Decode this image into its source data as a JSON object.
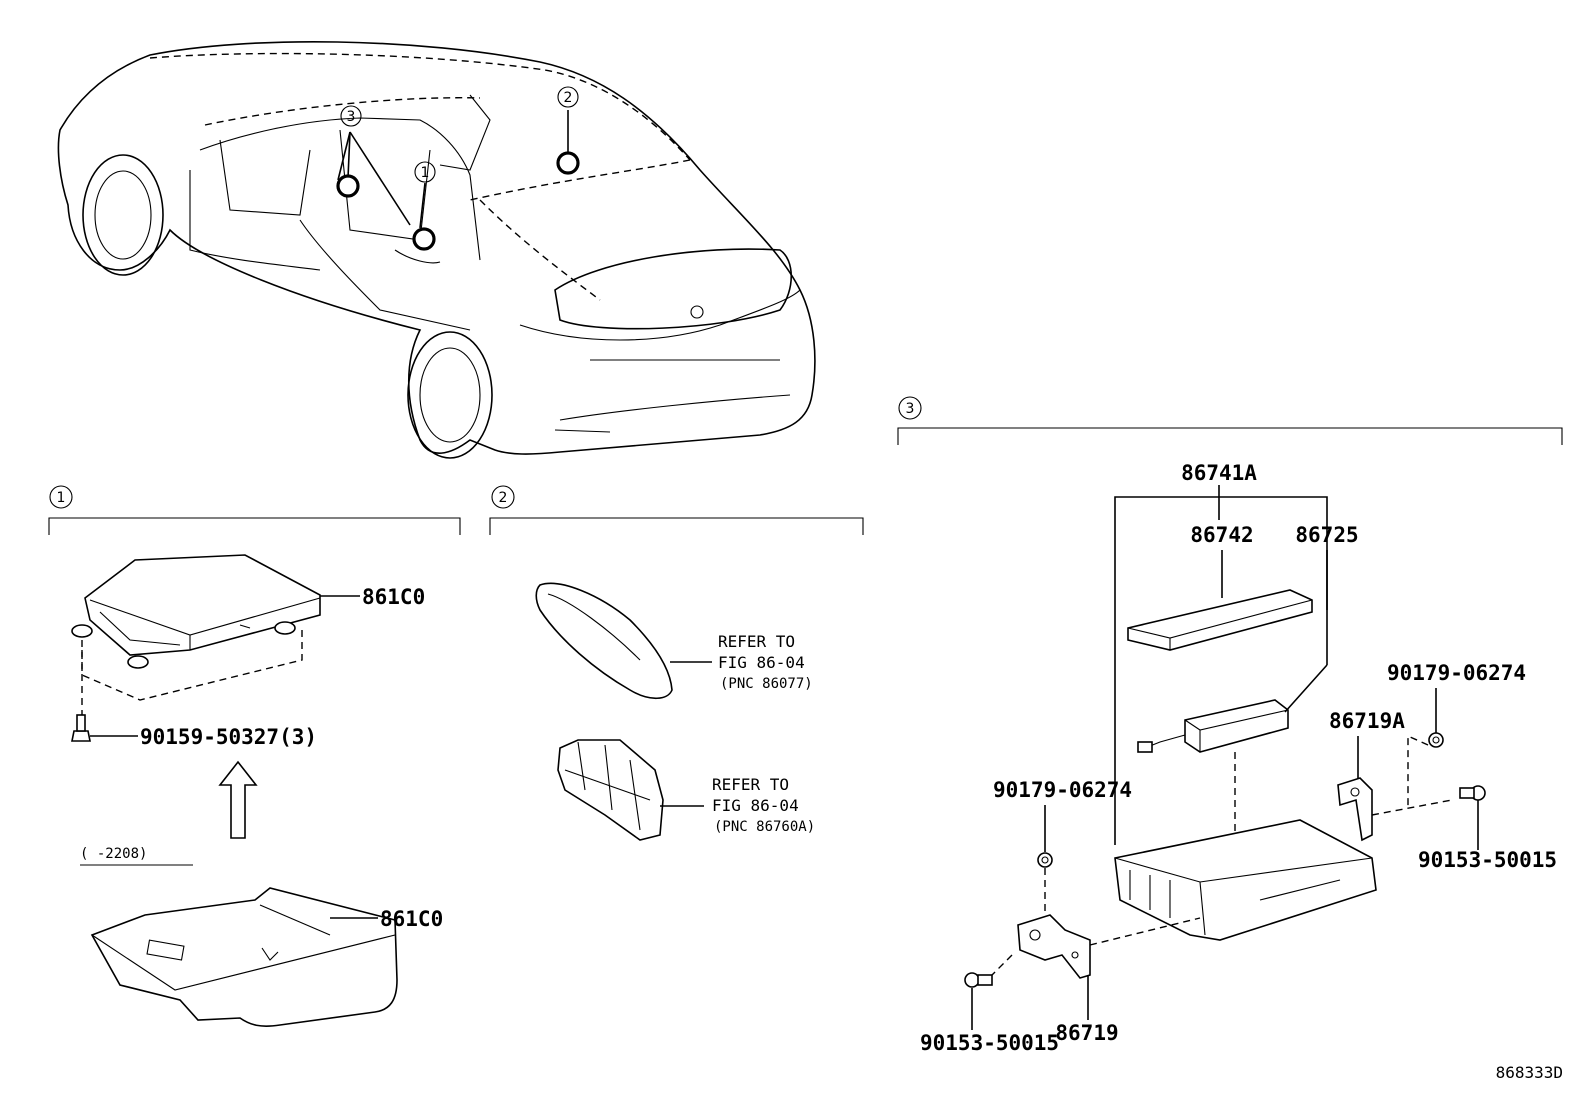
{
  "diagram": {
    "callouts": {
      "one": "1",
      "two": "2",
      "three": "3"
    },
    "section1": {
      "module_upper": "861C0",
      "bolt": "90159-50327(3)",
      "date_note": "(    -2208)",
      "module_lower": "861C0"
    },
    "section2": {
      "refer_to_1": "REFER TO",
      "fig_1": "FIG 86-04",
      "pnc_1": "(PNC 86077)",
      "refer_to_2": "REFER TO",
      "fig_2": "FIG 86-04",
      "pnc_2": "(PNC 86760A)"
    },
    "section3": {
      "assembly": "86741A",
      "cover": "86742",
      "tuner": "86725",
      "nut_right": "90179-06274",
      "bracket_right": "86719A",
      "screw_right": "90153-50015",
      "nut_left": "90179-06274",
      "bracket_left": "86719",
      "screw_left": "90153-50015"
    },
    "figure_id": "868333D"
  }
}
